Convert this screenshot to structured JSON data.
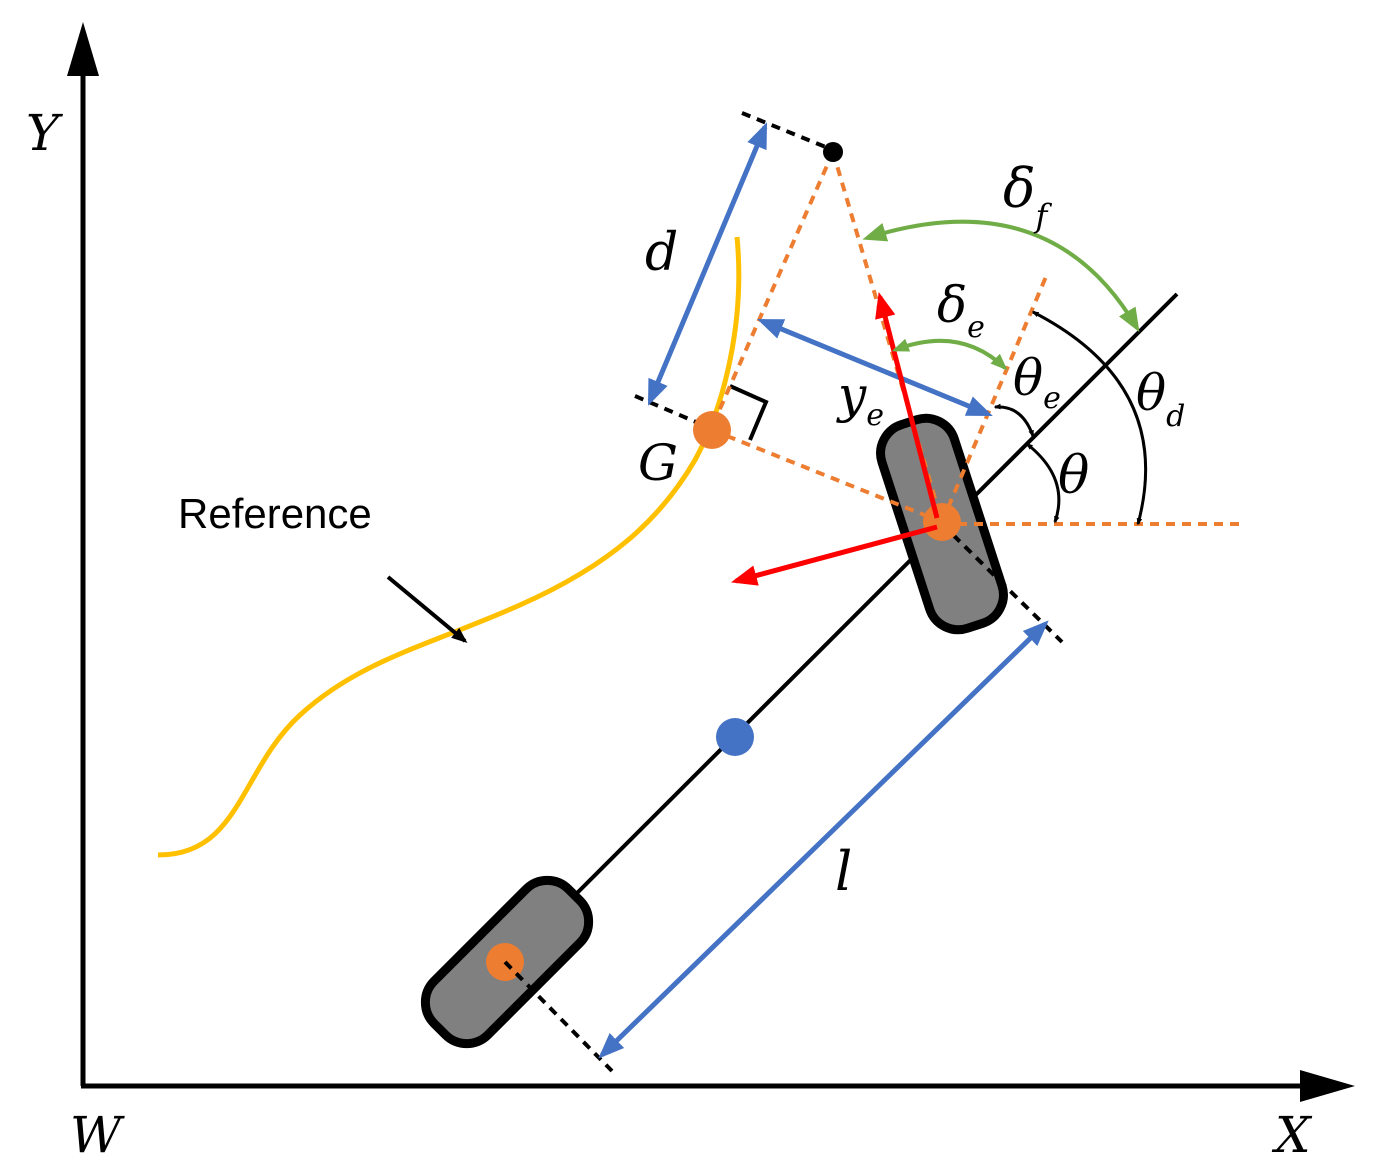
{
  "axes": {
    "y_label": "Y",
    "x_label": "X",
    "origin_label": "W"
  },
  "labels": {
    "reference": "Reference",
    "point_g": "G",
    "distance_d": "d",
    "lateral_error": "y",
    "lateral_error_sub": "e",
    "delta_f": "δ",
    "delta_f_sub": "f",
    "delta_e": "δ",
    "delta_e_sub": "e",
    "theta_e": "θ",
    "theta_e_sub": "e",
    "theta_d": "θ",
    "theta_d_sub": "d",
    "theta": "θ",
    "wheelbase": "l"
  },
  "colors": {
    "axis": "#000000",
    "reference_path": "#FFC000",
    "dashed_orange": "#ED7D31",
    "point_orange": "#ED7D31",
    "blue_arrow": "#4472C4",
    "green_arrow": "#70AD47",
    "red_arrow": "#FF0000",
    "wheel_fill": "#808080",
    "center_point": "#4472C4"
  }
}
